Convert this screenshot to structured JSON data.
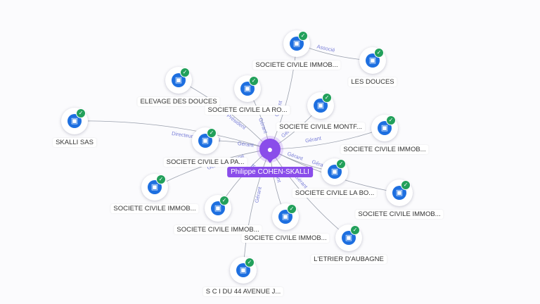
{
  "center": {
    "name": "Philippe COHEN-SKALLI",
    "icon": "person-icon"
  },
  "nodes": [
    {
      "id": "n1",
      "name": "SOCIETE CIVILE IMMOB...",
      "icon": "building-icon",
      "verified": true
    },
    {
      "id": "n2",
      "name": "LES DOUCES",
      "icon": "building-icon",
      "verified": true
    },
    {
      "id": "n3",
      "name": "ELEVAGE DES DOUCES",
      "icon": "building-icon",
      "verified": true
    },
    {
      "id": "n4",
      "name": "SOCIETE CIVILE LA RO...",
      "icon": "building-icon",
      "verified": true
    },
    {
      "id": "n5",
      "name": "SOCIETE CIVILE MONTF...",
      "icon": "building-icon",
      "verified": true
    },
    {
      "id": "n6",
      "name": "SKALLI SAS",
      "icon": "building-icon",
      "verified": true
    },
    {
      "id": "n7",
      "name": "SOCIETE CIVILE IMMOB...",
      "icon": "building-icon",
      "verified": true
    },
    {
      "id": "n8",
      "name": "SOCIETE CIVILE LA PA...",
      "icon": "building-icon",
      "verified": true
    },
    {
      "id": "n9",
      "name": "SOCIETE CIVILE LA BO...",
      "icon": "building-icon",
      "verified": true
    },
    {
      "id": "n10",
      "name": "SOCIETE CIVILE IMMOB...",
      "icon": "building-icon",
      "verified": true
    },
    {
      "id": "n11",
      "name": "SOCIETE CIVILE IMMOB...",
      "icon": "building-icon",
      "verified": true
    },
    {
      "id": "n12",
      "name": "SOCIETE CIVILE IMMOB...",
      "icon": "building-icon",
      "verified": true
    },
    {
      "id": "n13",
      "name": "SOCIETE CIVILE IMMOB...",
      "icon": "building-icon",
      "verified": true
    },
    {
      "id": "n14",
      "name": "L'ETRIER D'AUBAGNE",
      "icon": "building-icon",
      "verified": true
    },
    {
      "id": "n15",
      "name": "S C I DU 44 AVENUE J...",
      "icon": "building-icon",
      "verified": true
    }
  ],
  "edges": [
    {
      "from": "center",
      "to": "n1",
      "label": "Gérant"
    },
    {
      "from": "n1",
      "to": "n2",
      "label": "Associé"
    },
    {
      "from": "center",
      "to": "n4",
      "label": "Gérant"
    },
    {
      "from": "center",
      "to": "n3",
      "label": "Président"
    },
    {
      "from": "center",
      "to": "n6",
      "label": "Directeur général dél"
    },
    {
      "from": "center",
      "to": "n8",
      "label": "Gérant"
    },
    {
      "from": "center",
      "to": "n7",
      "label": "Gérant"
    },
    {
      "from": "center",
      "to": "n9",
      "label": "Gérant"
    },
    {
      "from": "center",
      "to": "n10",
      "label": "Gérant / Associé"
    },
    {
      "from": "center",
      "to": "n11",
      "label": "Gérant"
    },
    {
      "from": "center",
      "to": "n13",
      "label": "Gérant"
    },
    {
      "from": "center",
      "to": "n14",
      "label": "Gérant"
    },
    {
      "from": "center",
      "to": "n15",
      "label": "Gérant"
    },
    {
      "from": "center",
      "to": "n12",
      "label": "Gérant"
    },
    {
      "from": "center",
      "to": "n5",
      "label": "Gérant"
    }
  ]
}
